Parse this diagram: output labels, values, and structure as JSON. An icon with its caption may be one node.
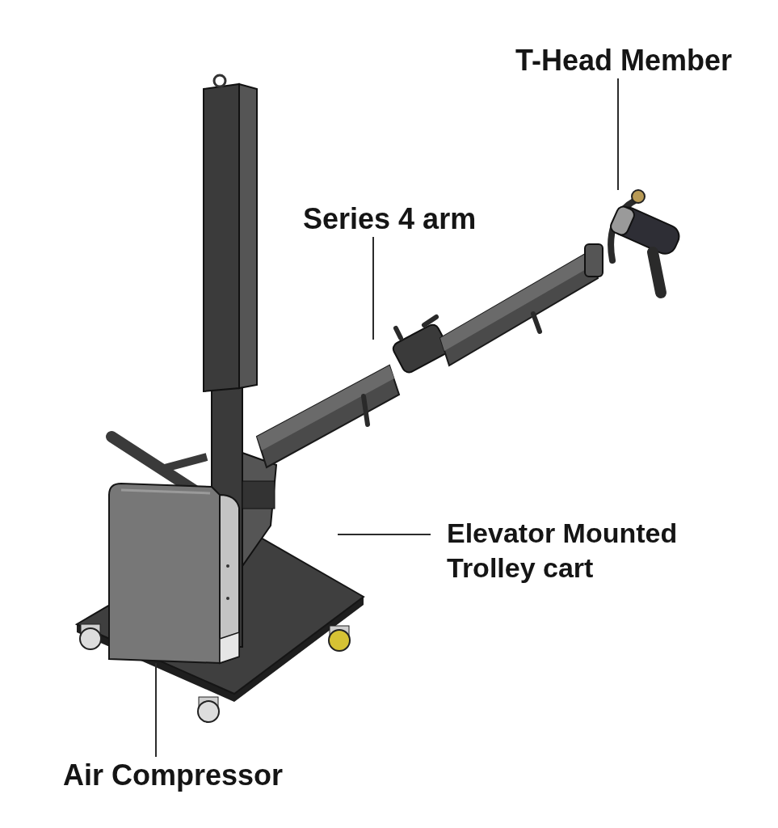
{
  "diagram": {
    "nodes": [
      {
        "text": [
          "T-Head Member"
        ]
      },
      {
        "text": [
          "Series 4 arm"
        ]
      },
      {
        "text": [
          "Elevator Mounted Trolley cart"
        ]
      },
      {
        "text": [
          "Air Compressor"
        ]
      },
      {
        "text": [],
        "shape": "picture"
      },
      {
        "text": [],
        "shape": "picture"
      },
      {
        "text": [],
        "shape": "picture"
      },
      {
        "text": [],
        "shape": "picture",
        "in": 6
      }
    ],
    "edges": [
      {
        "from": 0,
        "to": 4,
        "arrow": "none"
      },
      {
        "from": 1,
        "to": 5,
        "arrow": "none"
      },
      {
        "from": 2,
        "to": 6,
        "arrow": "none"
      },
      {
        "from": 3,
        "to": 7,
        "arrow": "none"
      }
    ]
  }
}
